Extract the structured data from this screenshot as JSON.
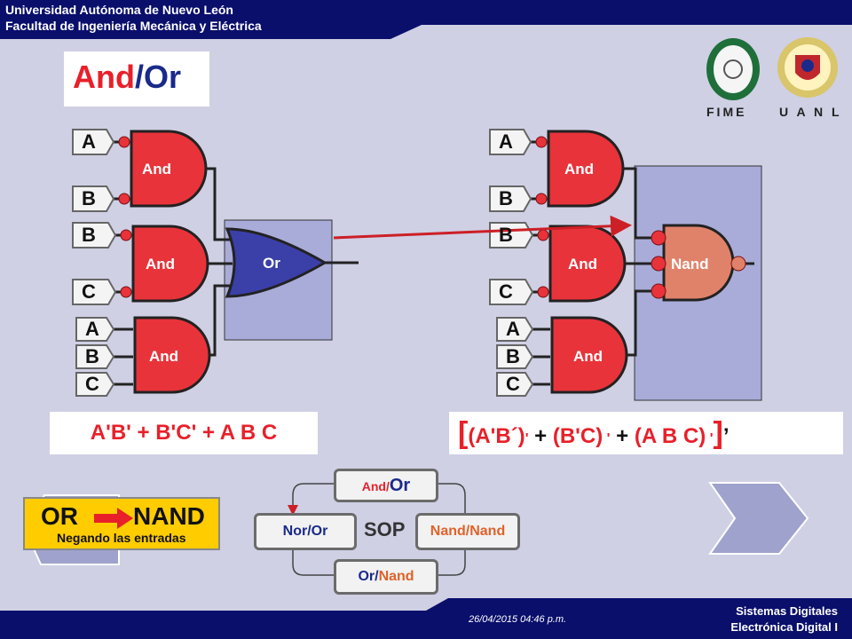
{
  "header": {
    "university": "Universidad Autónoma de Nuevo León",
    "faculty": "Facultad de Ingeniería Mecánica y Eléctrica"
  },
  "title": {
    "part1": "And",
    "slash": "/",
    "part2": "Or"
  },
  "logos": {
    "fime": "FIME",
    "uanl": "U A N L"
  },
  "left_circuit": {
    "gates": [
      {
        "label": "And",
        "inputs": [
          "A",
          "B"
        ]
      },
      {
        "label": "And",
        "inputs": [
          "B",
          "C"
        ]
      },
      {
        "label": "And",
        "inputs": [
          "A",
          "B",
          "C"
        ]
      }
    ],
    "output_gate": "Or",
    "expression": "A'B' + B'C' + A B C"
  },
  "right_circuit": {
    "gates": [
      {
        "label": "And",
        "inputs": [
          "A",
          "B"
        ]
      },
      {
        "label": "And",
        "inputs": [
          "B",
          "C"
        ]
      },
      {
        "label": "And",
        "inputs": [
          "A",
          "B",
          "C"
        ]
      }
    ],
    "output_gate": "Nand",
    "expression": {
      "open": "[",
      "t1": "(A'B´)",
      "p1": "'",
      "plus1": " + ",
      "t2": "(B'C)",
      "p2": " '",
      "plus2": " + ",
      "t3": "(A B C)",
      "p3": " '",
      "close": "]",
      "end": "’"
    }
  },
  "badge": {
    "left": "OR",
    "right": "NAND",
    "subtitle": "Negando las entradas"
  },
  "flow": {
    "top": {
      "a": "And/",
      "b": "Or"
    },
    "left": {
      "a": "Nor/",
      "b": "Or"
    },
    "center": "SOP",
    "right": "Nand/Nand",
    "bottom": {
      "a": "Or/",
      "b": "Nand"
    }
  },
  "footer": {
    "date": "26/04/2015 04:46 p.m.",
    "course": "Sistemas Digitales",
    "subject": "Electrónica Digital I"
  },
  "colors": {
    "navy": "#0a0f6b",
    "gate_red": "#e8333a",
    "gate_blue": "#3b3fa8",
    "gate_orange": "#e0826a",
    "panel": "#a9acd8"
  }
}
